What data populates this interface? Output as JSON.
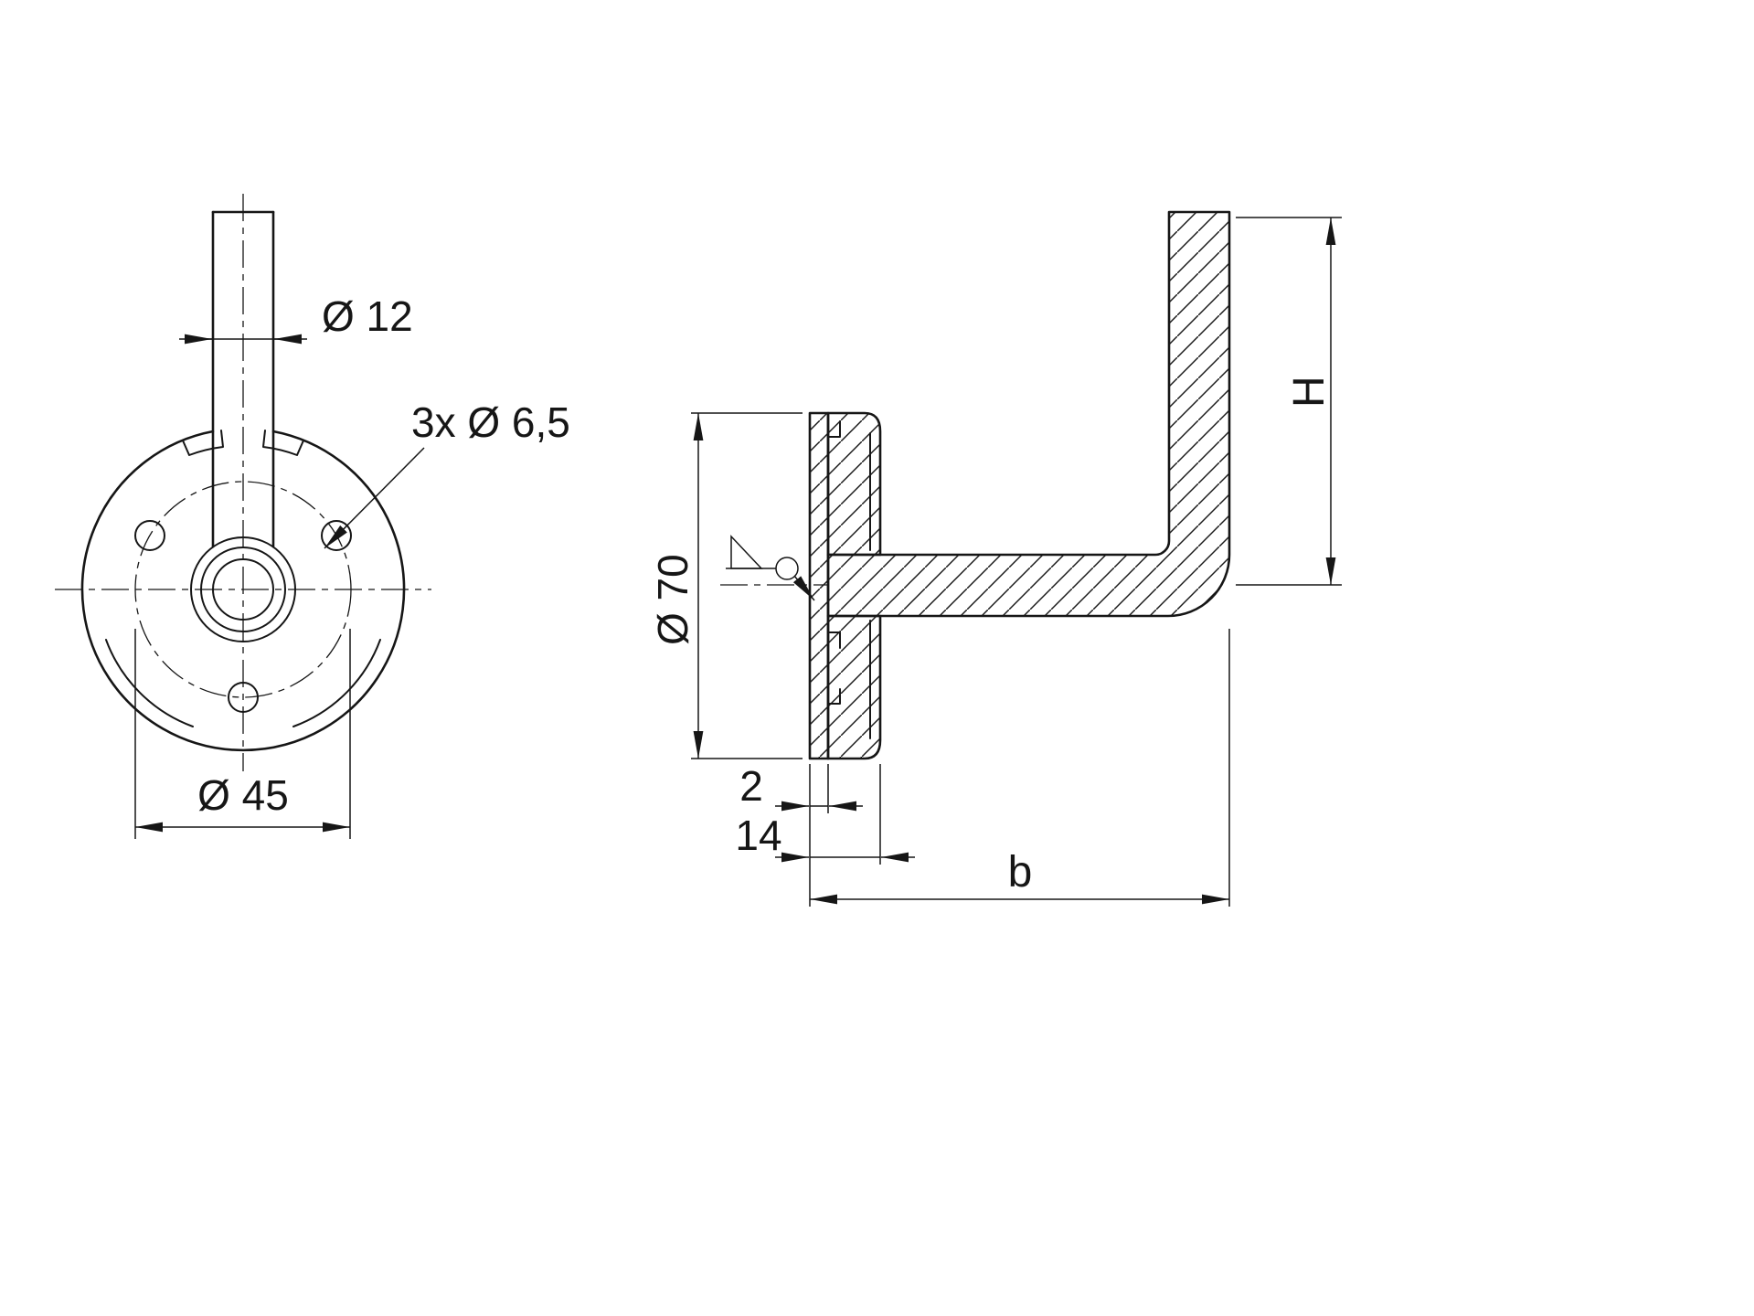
{
  "drawing": {
    "front_view": {
      "pin_diameter_label": "Ø 12",
      "hole_callout_label": "3x Ø 6,5",
      "bolt_circle_label": "Ø 45"
    },
    "side_view": {
      "flange_diameter_label": "Ø 70",
      "height_label": "H",
      "plate_thickness_label": "2",
      "flange_depth_label": "14",
      "reach_label": "b"
    },
    "colors": {
      "line": "#161616",
      "background": "#ffffff"
    }
  }
}
